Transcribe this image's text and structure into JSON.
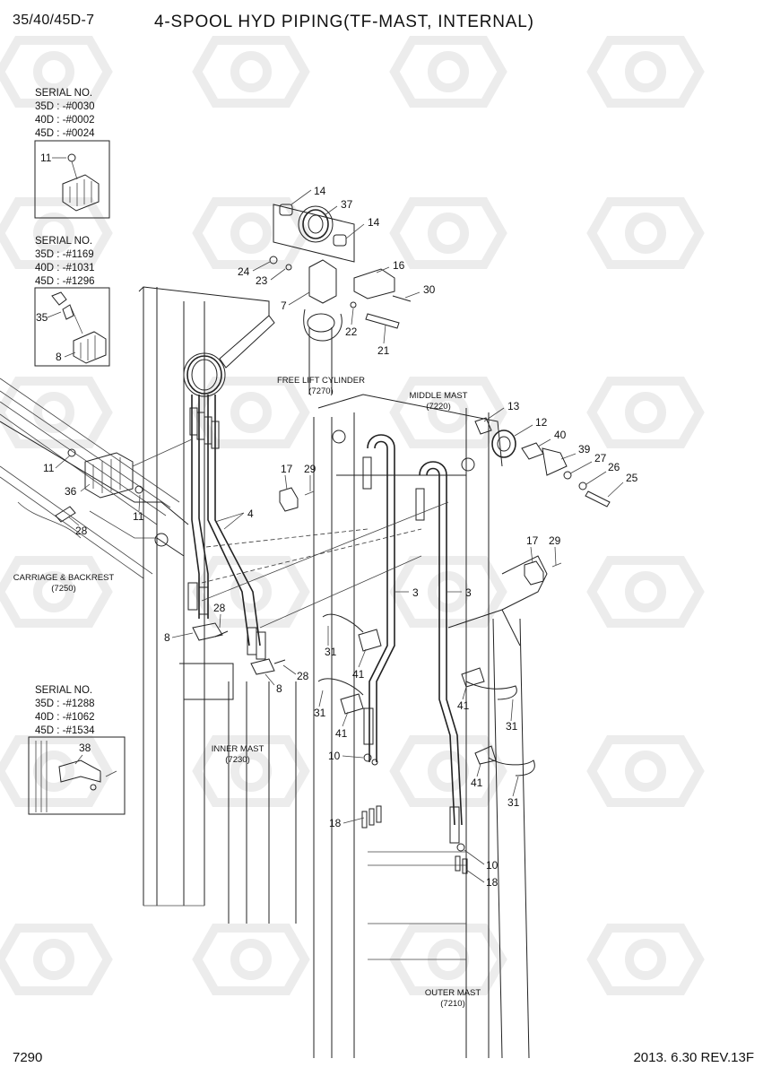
{
  "header": {
    "model": "35/40/45D-7",
    "title": "4-SPOOL HYD PIPING(TF-MAST, INTERNAL)"
  },
  "footer": {
    "page": "7290",
    "revision": "2013. 6.30  REV.13F"
  },
  "serial_boxes": [
    {
      "heading": "SERIAL NO.",
      "lines": [
        "35D : -#0030",
        "40D : -#0002",
        "45D : -#0024"
      ]
    },
    {
      "heading": "SERIAL NO.",
      "lines": [
        "35D : -#1169",
        "40D : -#1031",
        "45D : -#1296"
      ]
    },
    {
      "heading": "SERIAL NO.",
      "lines": [
        "35D : -#1288",
        "40D : -#1062",
        "45D : -#1534"
      ]
    }
  ],
  "assembly_labels": {
    "free_lift": "FREE LIFT CYLINDER",
    "free_lift_code": "(7270)",
    "middle_mast": "MIDDLE MAST",
    "middle_mast_code": "(7220)",
    "carriage": "CARRIAGE & BACKREST",
    "carriage_code": "(7250)",
    "inner_mast": "INNER MAST",
    "inner_mast_code": "(7230)",
    "outer_mast": "OUTER MAST",
    "outer_mast_code": "(7210)"
  },
  "callouts": {
    "c11a": "11",
    "c35": "35",
    "c8a": "8",
    "c14a": "14",
    "c37": "37",
    "c14b": "14",
    "c16": "16",
    "c24": "24",
    "c23": "23",
    "c7": "7",
    "c30": "30",
    "c22": "22",
    "c21": "21",
    "c13": "13",
    "c12": "12",
    "c40": "40",
    "c39": "39",
    "c27": "27",
    "c26": "26",
    "c25": "25",
    "c11b": "11",
    "c36": "36",
    "c11c": "11",
    "c28a": "28",
    "c4": "4",
    "c17a": "17",
    "c29a": "29",
    "c17b": "17",
    "c29b": "29",
    "c3a": "3",
    "c3b": "3",
    "c28b": "28",
    "c8b": "8",
    "c8c": "8",
    "c28c": "28",
    "c31a": "31",
    "c41a": "41",
    "c31b": "31",
    "c41b": "41",
    "c41c": "41",
    "c31c": "31",
    "c41d": "41",
    "c31d": "31",
    "c10a": "10",
    "c18a": "18",
    "c10b": "10",
    "c18b": "18",
    "c38": "38"
  }
}
